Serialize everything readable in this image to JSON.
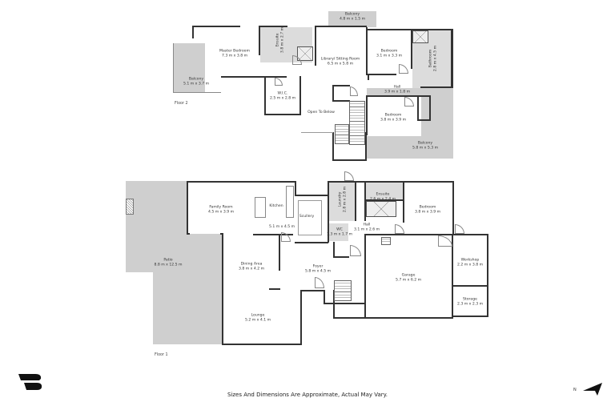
{
  "floors": [
    {
      "label": "Floor 2",
      "rooms": [
        {
          "name": "Master Bedroom",
          "dims": "7.3 m x 3.8 m"
        },
        {
          "name": "Ensuite",
          "dims": "3.8 m x 2.7 m"
        },
        {
          "name": "Balcony",
          "dims": "5.1 m x 3.7 m"
        },
        {
          "name": "W.I.C.",
          "dims": "2.5 m x 2.8 m"
        },
        {
          "name": "Library/ Sitting Room",
          "dims": "6.5 m x 5.8 m"
        },
        {
          "name": "Balcony",
          "dims": "4.8 m x 1.5 m"
        },
        {
          "name": "Bedroom",
          "dims": "3.1 m x 3.3 m"
        },
        {
          "name": "Bathroom",
          "dims": "2.8 m x 4.5 m"
        },
        {
          "name": "Hall",
          "dims": "3.9 m x 1.8 m"
        },
        {
          "name": "Open To Below",
          "dims": ""
        },
        {
          "name": "Bedroom",
          "dims": "3.8 m x 3.9 m"
        },
        {
          "name": "Balcony",
          "dims": "5.8 m x 5.3 m"
        }
      ]
    },
    {
      "label": "Floor 1",
      "rooms": [
        {
          "name": "Patio",
          "dims": "8.8 m x 12.5 m"
        },
        {
          "name": "Family Room",
          "dims": "4.5 m x 3.9 m"
        },
        {
          "name": "Kitchen",
          "dims": "5.1 m x 4.5 m"
        },
        {
          "name": "Scullery",
          "dims": ""
        },
        {
          "name": "Laundry",
          "dims": "2.8 m x 2.8 m"
        },
        {
          "name": "Ensuite",
          "dims": "2.6 m x 2.4 m"
        },
        {
          "name": "Bedroom",
          "dims": "3.8 m x 3.9 m"
        },
        {
          "name": "Hall",
          "dims": "3.1 m x 2.6 m"
        },
        {
          "name": "WC",
          "dims": "1.3 m x 1.7 m"
        },
        {
          "name": "Dining Area",
          "dims": "3.8 m x 4.2 m"
        },
        {
          "name": "Foyer",
          "dims": "5.8 m x 4.5 m"
        },
        {
          "name": "Lounge",
          "dims": "5.2 m x 4.1 m"
        },
        {
          "name": "Garage",
          "dims": "5.7 m x 6.2 m"
        },
        {
          "name": "Workshop",
          "dims": "2.2 m x 3.8 m"
        },
        {
          "name": "Storage",
          "dims": "2.3 m x 2.3 m"
        }
      ]
    }
  ],
  "footer": {
    "disclaimer": "Sizes And Dimensions Are Approximate, Actual May Vary.",
    "compass_label": "N",
    "logo_icon": "brand-logo-icon"
  },
  "colors": {
    "wall": "#333333",
    "outdoor_fill": "#cfcfcf",
    "wet_area_fill": "#dcdcdc",
    "background": "#ffffff"
  }
}
